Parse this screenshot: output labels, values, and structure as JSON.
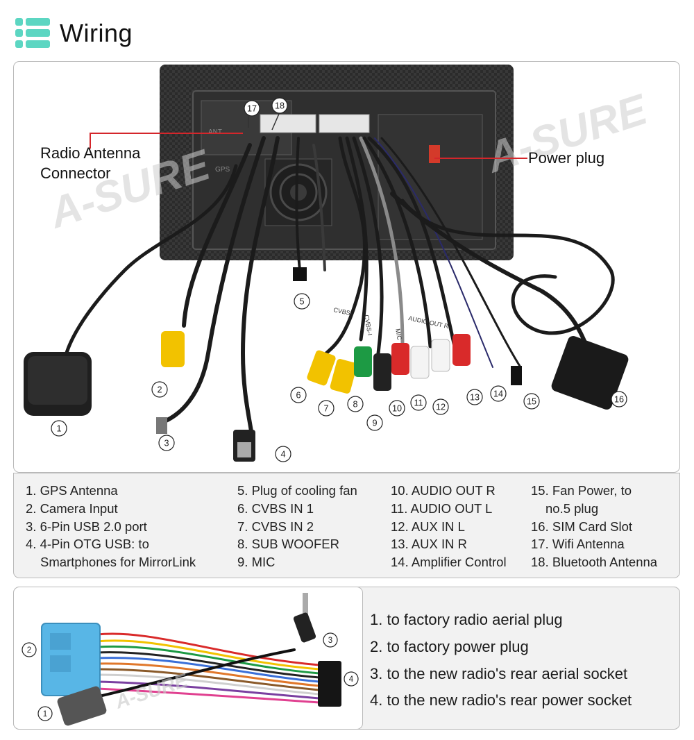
{
  "header": {
    "title": "Wiring",
    "accent_color": "#5cd6c2",
    "icon": "list-icon"
  },
  "photo": {
    "watermark": "A-SURE",
    "callouts": {
      "radio_antenna": [
        "Radio Antenna",
        "Connector"
      ],
      "power_plug": "Power plug"
    },
    "markers": [
      "1",
      "2",
      "3",
      "4",
      "5",
      "6",
      "7",
      "8",
      "9",
      "10",
      "11",
      "12",
      "13",
      "14",
      "15",
      "16",
      "17",
      "18"
    ],
    "cable_labels": {
      "cvbs1": "CVBS-",
      "cvbs2": "CVBS-I",
      "audio": "AUDIO OUT R",
      "mic": "MIC"
    },
    "port_labels": {
      "gps": "GPS",
      "ant": "ANT"
    }
  },
  "legend": {
    "columns": [
      [
        {
          "text": "1. GPS Antenna"
        },
        {
          "text": "2. Camera Input"
        },
        {
          "text": "3. 6-Pin USB 2.0 port"
        },
        {
          "text": "4. 4-Pin OTG USB: to",
          "cont": "Smartphones for MirrorLink"
        }
      ],
      [
        {
          "text": "5. Plug of cooling fan"
        },
        {
          "text": "6. CVBS IN 1"
        },
        {
          "text": "7. CVBS IN 2"
        },
        {
          "text": "8. SUB WOOFER"
        },
        {
          "text": "9. MIC"
        }
      ],
      [
        {
          "text": "10. AUDIO OUT R"
        },
        {
          "text": "11. AUDIO OUT L"
        },
        {
          "text": "12. AUX IN L"
        },
        {
          "text": "13. AUX IN R"
        },
        {
          "text": "14. Amplifier Control"
        }
      ],
      [
        {
          "text": "15. Fan Power, to",
          "cont": "no.5 plug"
        },
        {
          "text": "16. SIM Card Slot"
        },
        {
          "text": "17. Wifi Antenna"
        },
        {
          "text": "18. Bluetooth Antenna"
        }
      ]
    ]
  },
  "harness": {
    "markers": [
      "1",
      "2",
      "3",
      "4"
    ],
    "watermark": "A-SURE",
    "items": [
      "1. to factory radio aerial plug",
      "2. to factory power plug",
      "3. to the new radio's rear aerial socket",
      "4. to the new radio's rear power socket"
    ]
  },
  "colors": {
    "callout_line": "#d4262b",
    "rca_yellow": "#f2c200",
    "rca_green": "#1d9a44",
    "rca_red": "#d92a2a",
    "rca_white": "#f4f4f4",
    "rca_black": "#222222",
    "connector_blue": "#58b6e6"
  }
}
